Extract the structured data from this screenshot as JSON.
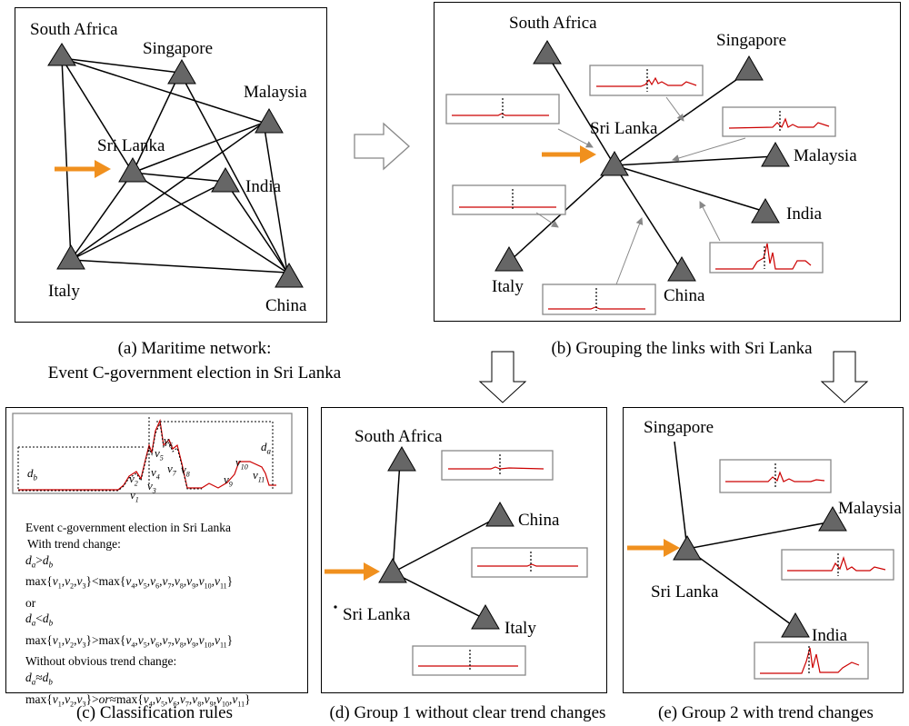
{
  "panel_a": {
    "nodes": {
      "south_africa": "South Africa",
      "singapore": "Singapore",
      "malaysia": "Malaysia",
      "sri_lanka": "Sri Lanka",
      "india": "India",
      "italy": "Italy",
      "china": "China"
    },
    "caption_line1": "(a) Maritime network:",
    "caption_line2": "Event C-government election in Sri Lanka"
  },
  "panel_b": {
    "nodes": {
      "south_africa": "South Africa",
      "singapore": "Singapore",
      "sri_lanka": "Sri Lanka",
      "malaysia": "Malaysia",
      "india": "India",
      "italy": "Italy",
      "china": "China"
    },
    "caption": "(b) Grouping the links with Sri Lanka"
  },
  "panel_c": {
    "labels": {
      "db": "d",
      "db_sub": "b",
      "da": "d",
      "da_sub": "a",
      "v1": "v",
      "v1s": "1",
      "v2": "v",
      "v2s": "2",
      "v3": "v",
      "v3s": "3",
      "v4": "v",
      "v4s": "4",
      "v5": "v",
      "v5s": "5",
      "v6": "v",
      "v6s": "6",
      "v7": "v",
      "v7s": "7",
      "v8": "v",
      "v8s": "8",
      "v9": "v",
      "v9s": "9",
      "v10": "v",
      "v10s": "10",
      "v11": "v",
      "v11s": "11"
    },
    "rules": {
      "line1": "Event c-government election in Sri Lanka",
      "line2": "With trend change:",
      "line3": "d",
      "line4": "max{v1,v2,v3}<max{v4,v5,v6,v7,v8,v9,v10,v11}",
      "line5": "or",
      "line7": "max{v1,v2,v3}>max{v4,v5,v6,v7,v8,v9,v10,v11}",
      "line8": "Without obvious trend change:",
      "line10": "max{v1,v2,v3}>or≈max{v4,v5,v6,v7,v8,v9,v10,v11}"
    },
    "caption": "(c) Classification rules"
  },
  "panel_d": {
    "nodes": {
      "south_africa": "South Africa",
      "china": "China",
      "sri_lanka": "Sri Lanka",
      "italy": "Italy"
    },
    "caption": "(d) Group 1 without clear trend changes"
  },
  "panel_e": {
    "nodes": {
      "singapore": "Singapore",
      "malaysia": "Malaysia",
      "sri_lanka": "Sri Lanka",
      "india": "India"
    },
    "caption": "(e) Group 2 with trend changes"
  },
  "colors": {
    "accent_arrow": "#f0901e",
    "series": "#cc0000",
    "node_fill": "#666666"
  }
}
